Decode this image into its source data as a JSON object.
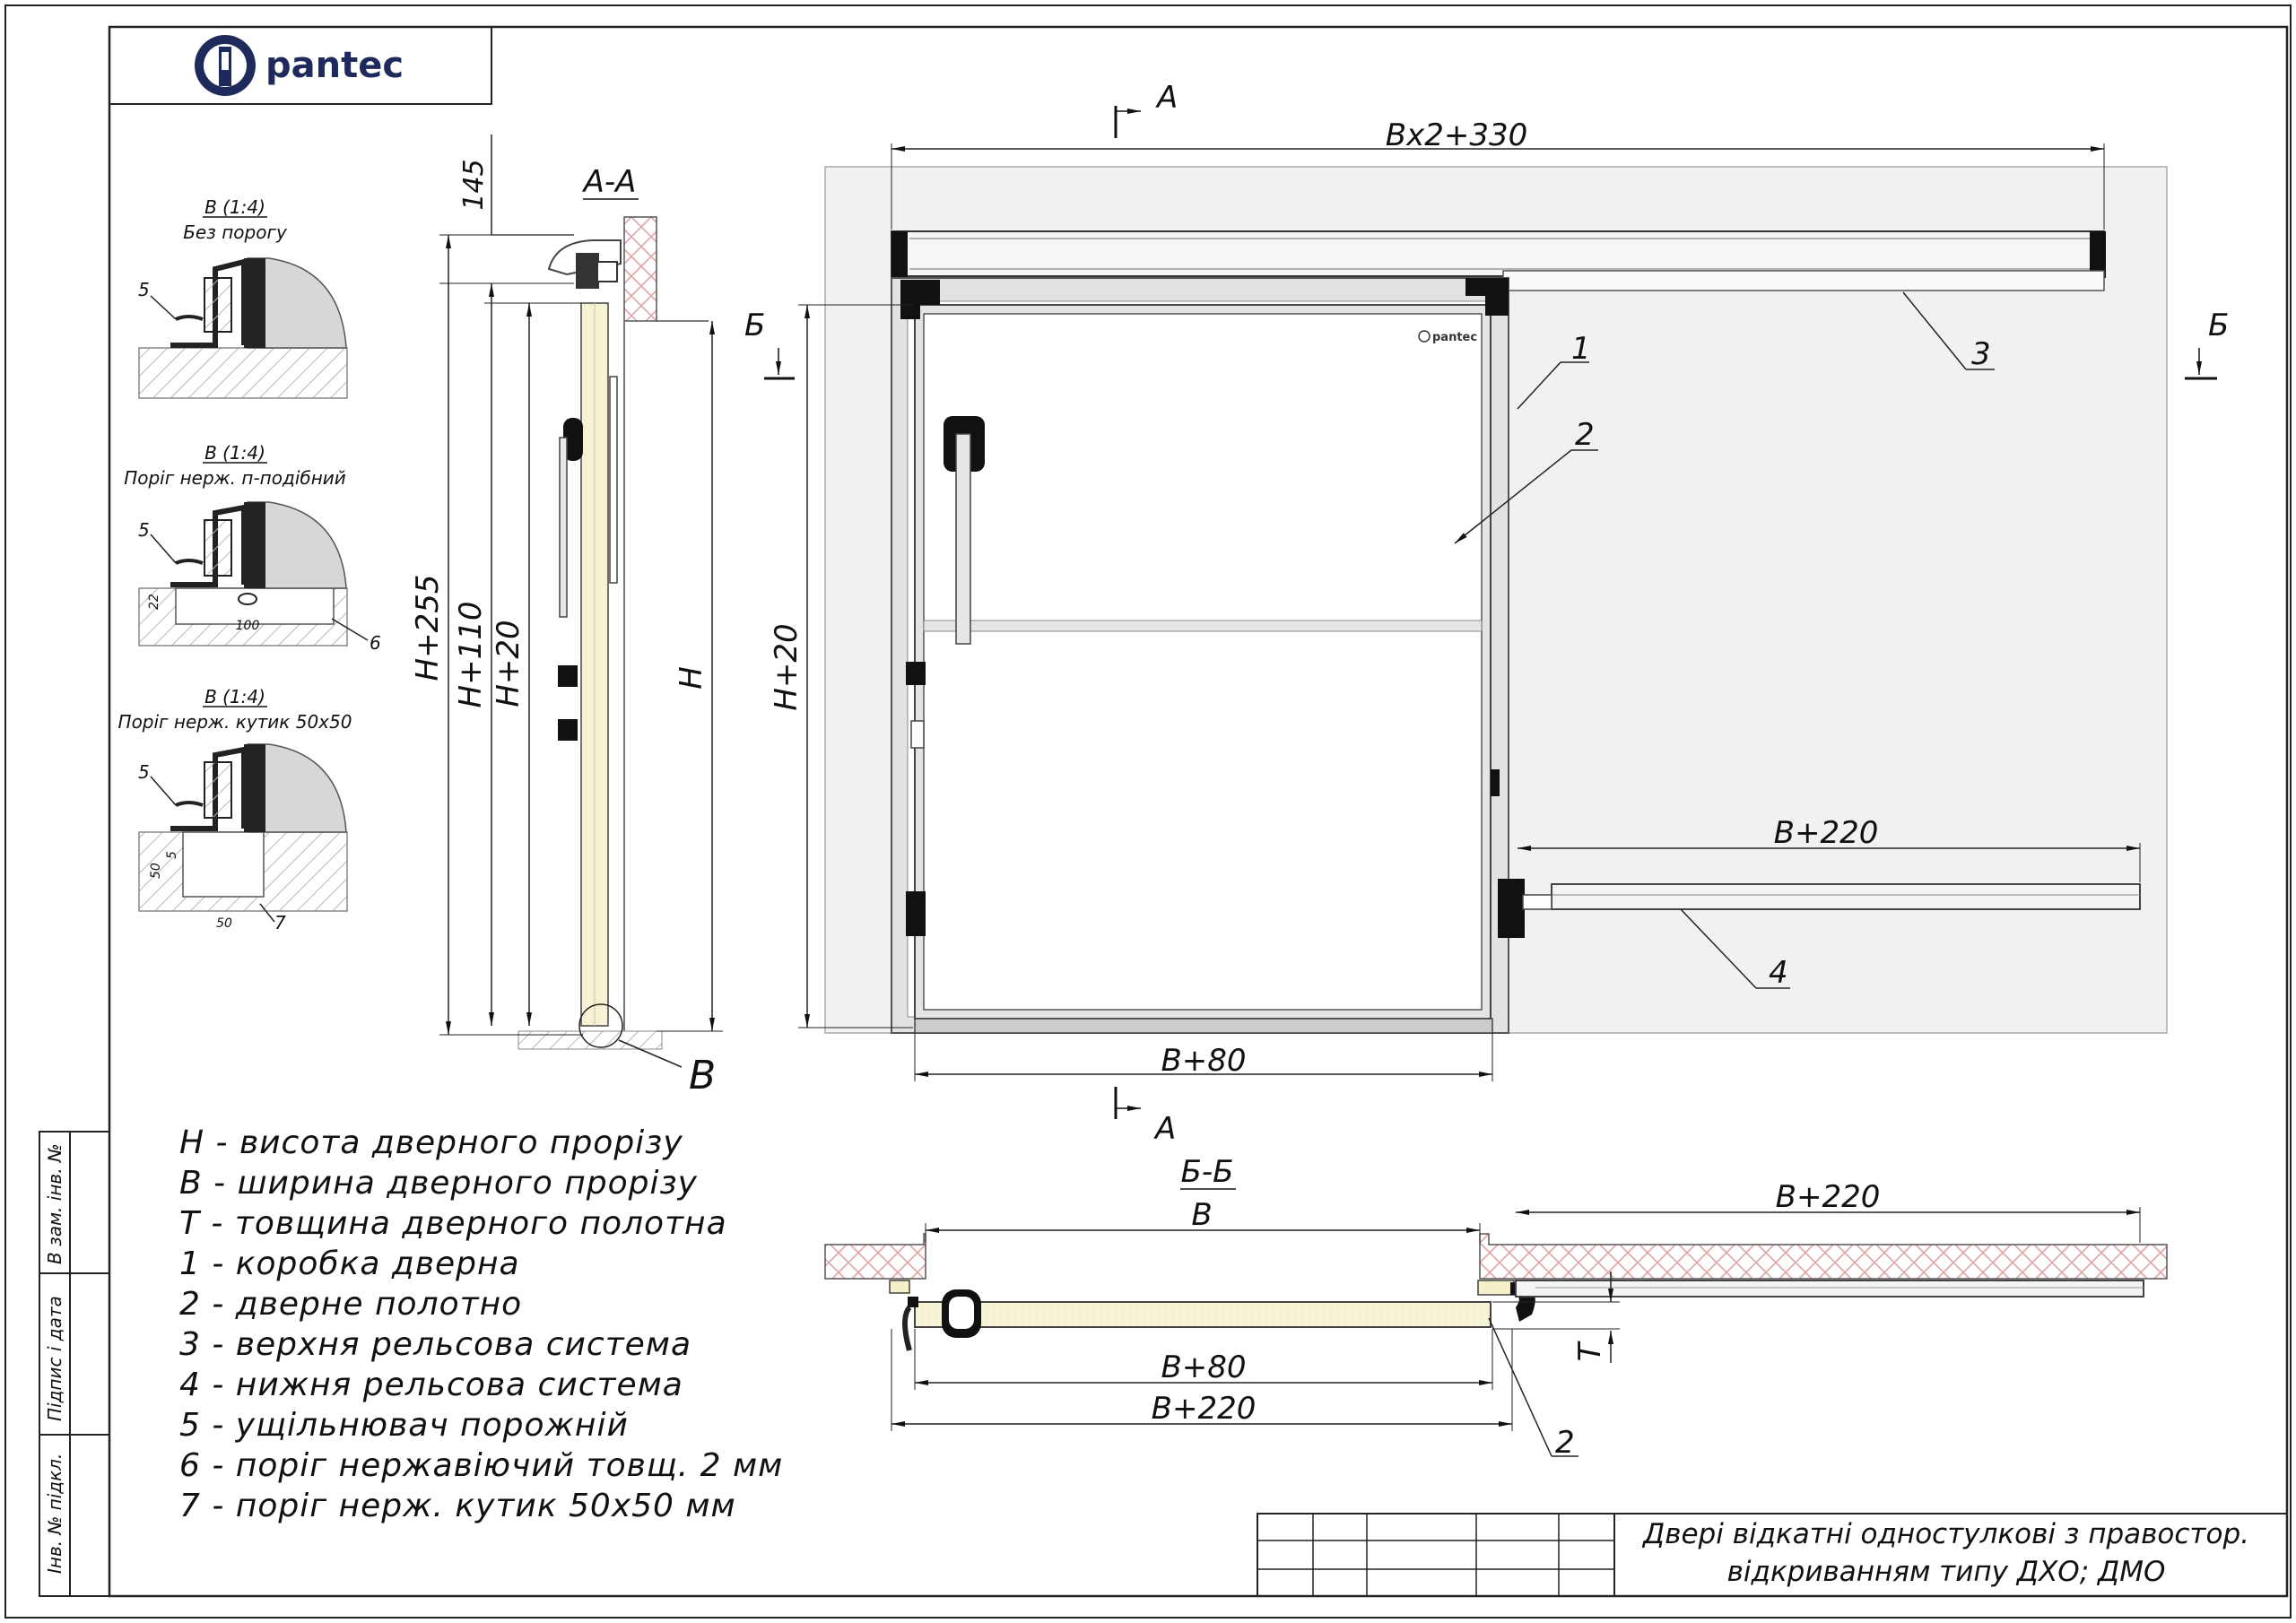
{
  "brand": {
    "logo_text": "pantec",
    "door_badge": "pantec"
  },
  "details": [
    {
      "title": "В (1:4)",
      "subtitle": "Без порогу",
      "labels": [
        "5"
      ]
    },
    {
      "title": "В (1:4)",
      "subtitle": "Поріг нерж. п-подібний",
      "labels": [
        "5",
        "22",
        "100",
        "6"
      ]
    },
    {
      "title": "В (1:4)",
      "subtitle": "Поріг нерж. кутик 50х50",
      "labels": [
        "5",
        "50",
        "5",
        "50",
        "7"
      ]
    }
  ],
  "section_aa": {
    "title": "А-А",
    "dims": {
      "top": "145",
      "h255": "Н+255",
      "h110": "Н+110",
      "h20": "Н+20",
      "h": "Н"
    },
    "callout": "В"
  },
  "front_view": {
    "section_mark": "А",
    "section_mark_b": "Б",
    "dim_top": "Вх2+330",
    "dim_height": "Н+20",
    "dim_bottom": "В+80",
    "dim_rail": "В+220",
    "callouts": [
      "1",
      "2",
      "3",
      "4"
    ]
  },
  "section_bb": {
    "title": "Б-Б",
    "dim_b": "В",
    "dim_b220_top": "В+220",
    "dim_b80": "В+80",
    "dim_b220": "В+220",
    "dim_t": "Т",
    "callout": "2"
  },
  "legend": [
    "Н - висота дверного прорізу",
    "В - ширина дверного прорізу",
    "Т - товщина дверного полотна",
    "1 - коробка дверна",
    "2 - дверне полотно",
    "3 - верхня рельсова система",
    "4 - нижня рельсова система",
    "5 - ущільнювач порожній",
    "6 - поріг нержавіючий товщ. 2 мм",
    "7 - поріг нерж. кутик 50х50 мм"
  ],
  "side_stamp": [
    "Інв. № підкл.",
    "Підпис і дата",
    "В зам. інв. №"
  ],
  "title_block": {
    "line1": "Двері відкатні одностулкові з правостор.",
    "line2": "відкриванням типу ДХО; ДМО"
  }
}
